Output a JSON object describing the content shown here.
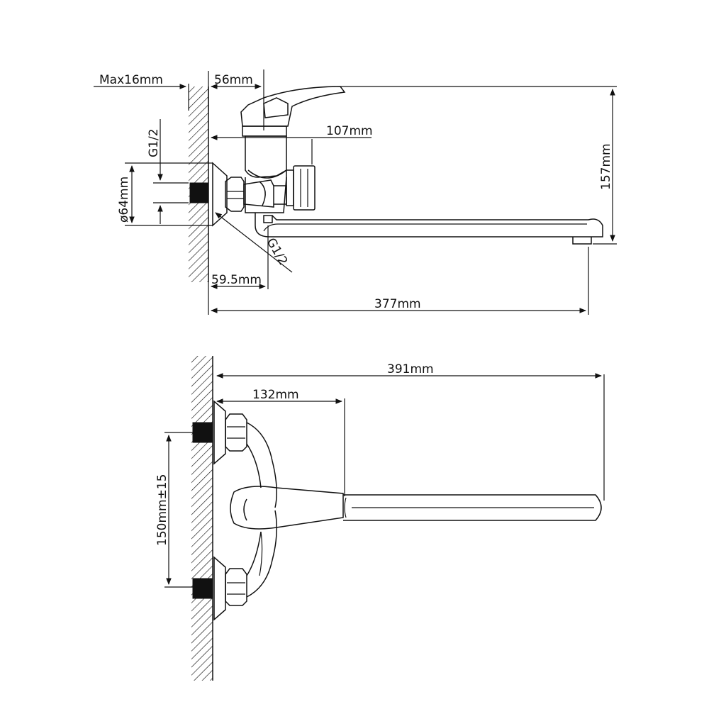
{
  "diagram": {
    "top_view": {
      "max_wall": "Max16mm",
      "handle_offset": "56mm",
      "body_height": "107mm",
      "thread_top": "G1/2",
      "flange_diameter": "ø64mm",
      "thread_bottom": "G1/2",
      "outlet_offset": "59.5mm",
      "spout_length": "377mm",
      "total_height": "157mm"
    },
    "bottom_view": {
      "total_length": "391mm",
      "handle_length": "132mm",
      "center_distance": "150mm±15"
    }
  }
}
